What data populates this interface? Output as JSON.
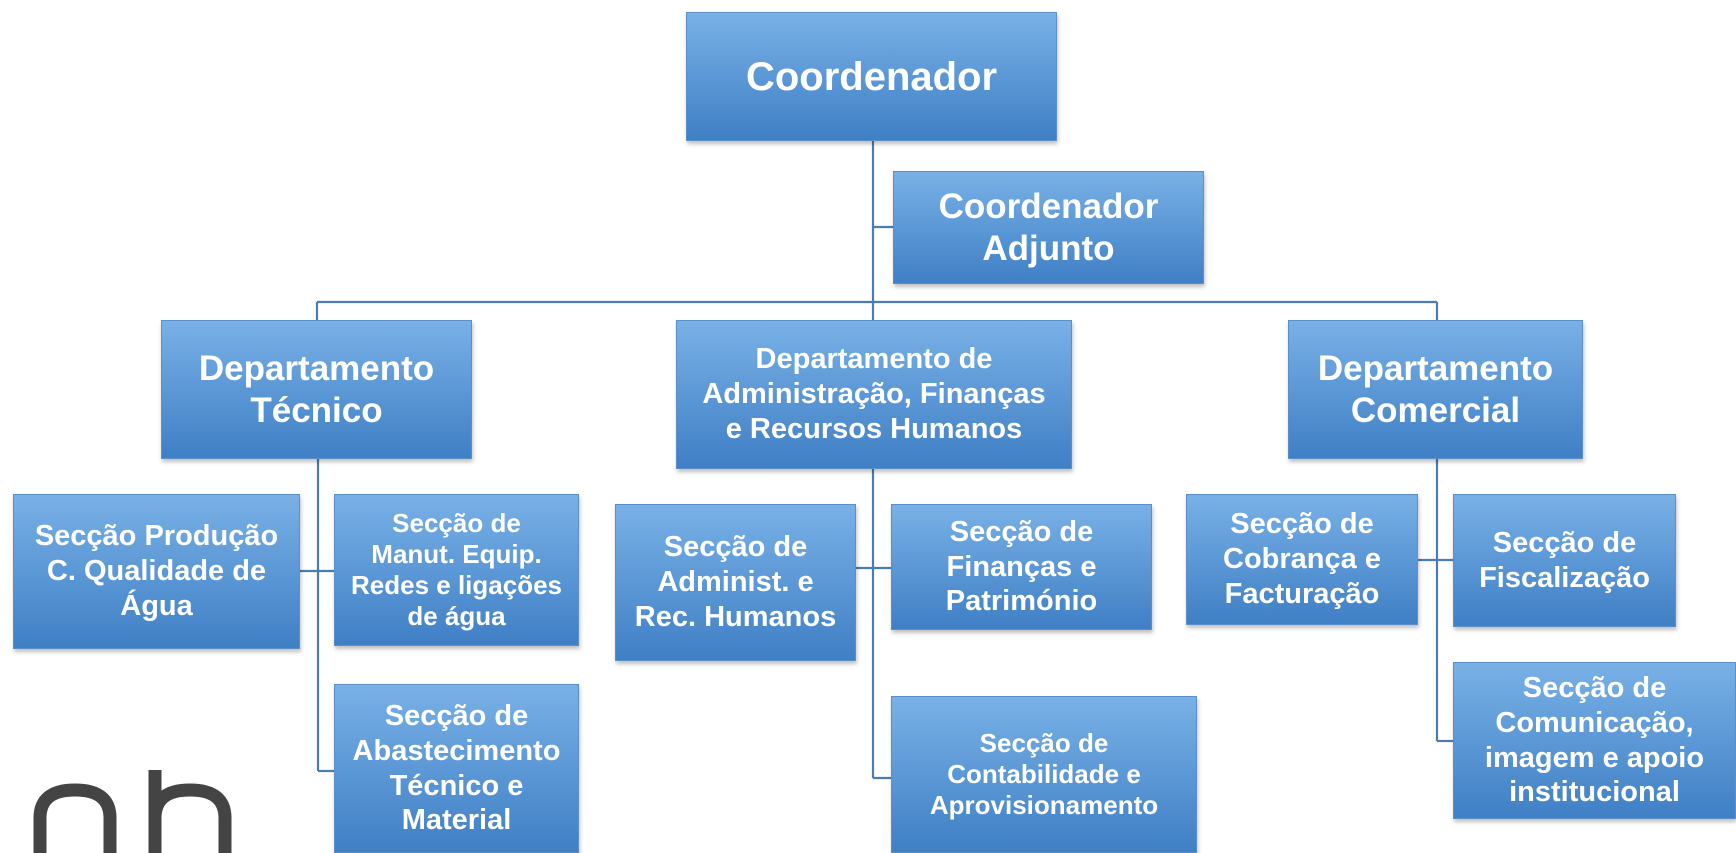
{
  "org_chart": {
    "coordinator": "Coordenador",
    "deputy": "Coordenador\nAdjunto",
    "departments": {
      "tecnico": {
        "title": "Departamento\nTécnico",
        "sections": {
          "producao": "Secção Produção\nC. Qualidade de\nÁgua",
          "manutencao": "Secção de\nManut.  Equip.\nRedes  e ligações\nde água",
          "abastecimento": "Secção de\nAbastecimento\nTécnico e\nMaterial"
        }
      },
      "administracao": {
        "title": "Departamento de\nAdministração, Finanças\ne Recursos Humanos",
        "sections": {
          "admin_rh": "Secção de\nAdminist. e\nRec. Humanos",
          "financas": "Secção de\nFinanças e\nPatrimónio",
          "contabilidade": "Secção de\nContabilidade e\nAprovisionamento"
        }
      },
      "comercial": {
        "title": "Departamento\nComercial",
        "sections": {
          "cobranca": "Secção de\nCobrança e\nFacturação",
          "fiscalizacao": "Secção de\nFiscalização",
          "comunicacao": "Secção de\nComunicação,\nimagem e apoio\ninstitucional"
        }
      }
    }
  },
  "colors": {
    "box_top": "#79b1e6",
    "box_bottom": "#3f7fc4",
    "connector": "#4a7db4",
    "logo": "#444444"
  },
  "logo_icon": "partial-logo-icon"
}
